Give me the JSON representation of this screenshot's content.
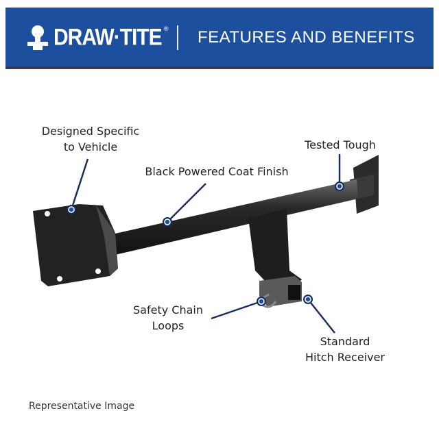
{
  "header": {
    "brand": "DRAW·TITE",
    "registered": "®",
    "title": "FEATURES AND BENEFITS"
  },
  "callouts": [
    {
      "id": "designed",
      "lines": [
        "Designed Specific",
        "to Vehicle"
      ]
    },
    {
      "id": "finish",
      "lines": [
        "Black Powered Coat Finish"
      ]
    },
    {
      "id": "tested",
      "lines": [
        "Tested Tough"
      ]
    },
    {
      "id": "chain",
      "lines": [
        "Safety Chain",
        "Loops"
      ]
    },
    {
      "id": "receiver",
      "lines": [
        "Standard",
        "Hitch Receiver"
      ]
    }
  ],
  "footer": {
    "note": "Representative Image"
  },
  "colors": {
    "banner": "#1d4f9f",
    "callout_line": "#1a2f5c",
    "dot": "#1d4f9f"
  }
}
